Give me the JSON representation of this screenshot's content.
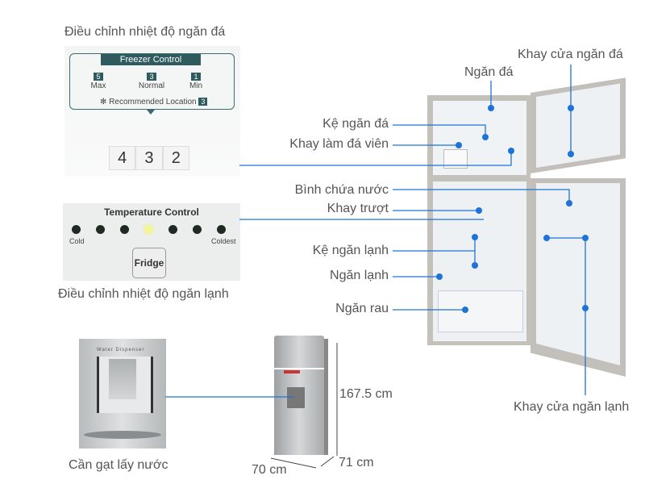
{
  "labels": {
    "freezer_control_title": "Điều chỉnh nhiệt độ ngăn đá",
    "fridge_control_title": "Điều chỉnh nhiệt độ ngăn lạnh",
    "water_lever": "Cần gạt lấy nước",
    "freezer_door_tray": "Khay cửa ngăn đá",
    "freezer_compartment": "Ngăn đá",
    "freezer_shelf": "Kệ ngăn đá",
    "ice_tray": "Khay làm đá viên",
    "water_tank": "Bình chứa nước",
    "sliding_tray": "Khay trượt",
    "fridge_shelf": "Kệ ngăn lạnh",
    "fridge_compartment": "Ngăn lạnh",
    "vegetable_drawer": "Ngăn rau",
    "fridge_door_tray": "Khay cửa ngăn lạnh"
  },
  "dimensions": {
    "height": "167.5 cm",
    "width": "70 cm",
    "depth": "71 cm"
  },
  "freezer_panel": {
    "title": "Freezer Control",
    "levels": [
      {
        "num": "5",
        "name": "Max"
      },
      {
        "num": "3",
        "name": "Normal"
      },
      {
        "num": "1",
        "name": "Min"
      }
    ],
    "recommended": "Recommended Location",
    "recommended_num": "3",
    "dial": [
      "4",
      "3",
      "2"
    ]
  },
  "temp_panel": {
    "title": "Temperature Control",
    "cold": "Cold",
    "coldest": "Coldest",
    "button": "Fridge",
    "active_level": 4,
    "levels": 7
  },
  "dispenser_text": "Water Dispenser",
  "colors": {
    "accent": "#1e73d8",
    "label": "#555555"
  }
}
